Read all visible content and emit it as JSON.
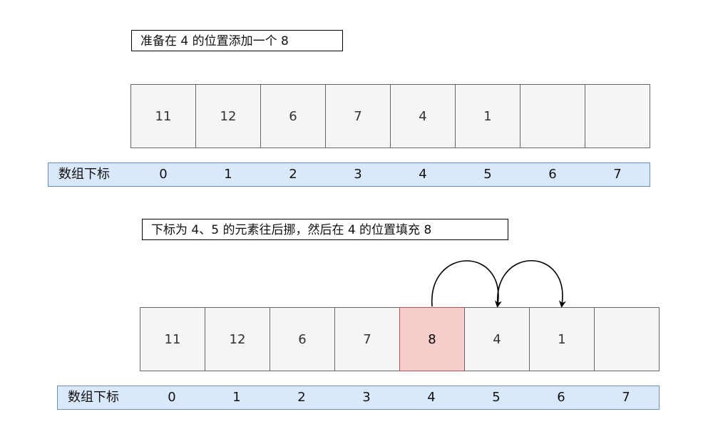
{
  "top": {
    "caption": "准备在 4 的位置添加一个 8",
    "cells": [
      "11",
      "12",
      "6",
      "7",
      "4",
      "1",
      "",
      ""
    ],
    "index_label": "数组下标",
    "indices": [
      "0",
      "1",
      "2",
      "3",
      "4",
      "5",
      "6",
      "7"
    ]
  },
  "bottom": {
    "caption": "下标为 4、5 的元素往后挪，然后在 4 的位置填充 8",
    "cells": [
      "11",
      "12",
      "6",
      "7",
      "8",
      "4",
      "1",
      ""
    ],
    "highlight_index": 4,
    "index_label": "数组下标",
    "indices": [
      "0",
      "1",
      "2",
      "3",
      "4",
      "5",
      "6",
      "7"
    ]
  },
  "colors": {
    "cell_fill": "#f5f5f5",
    "highlight_fill": "#f8cecc",
    "index_bar_fill": "#dae8fc",
    "index_bar_border": "#6c8ebf"
  }
}
